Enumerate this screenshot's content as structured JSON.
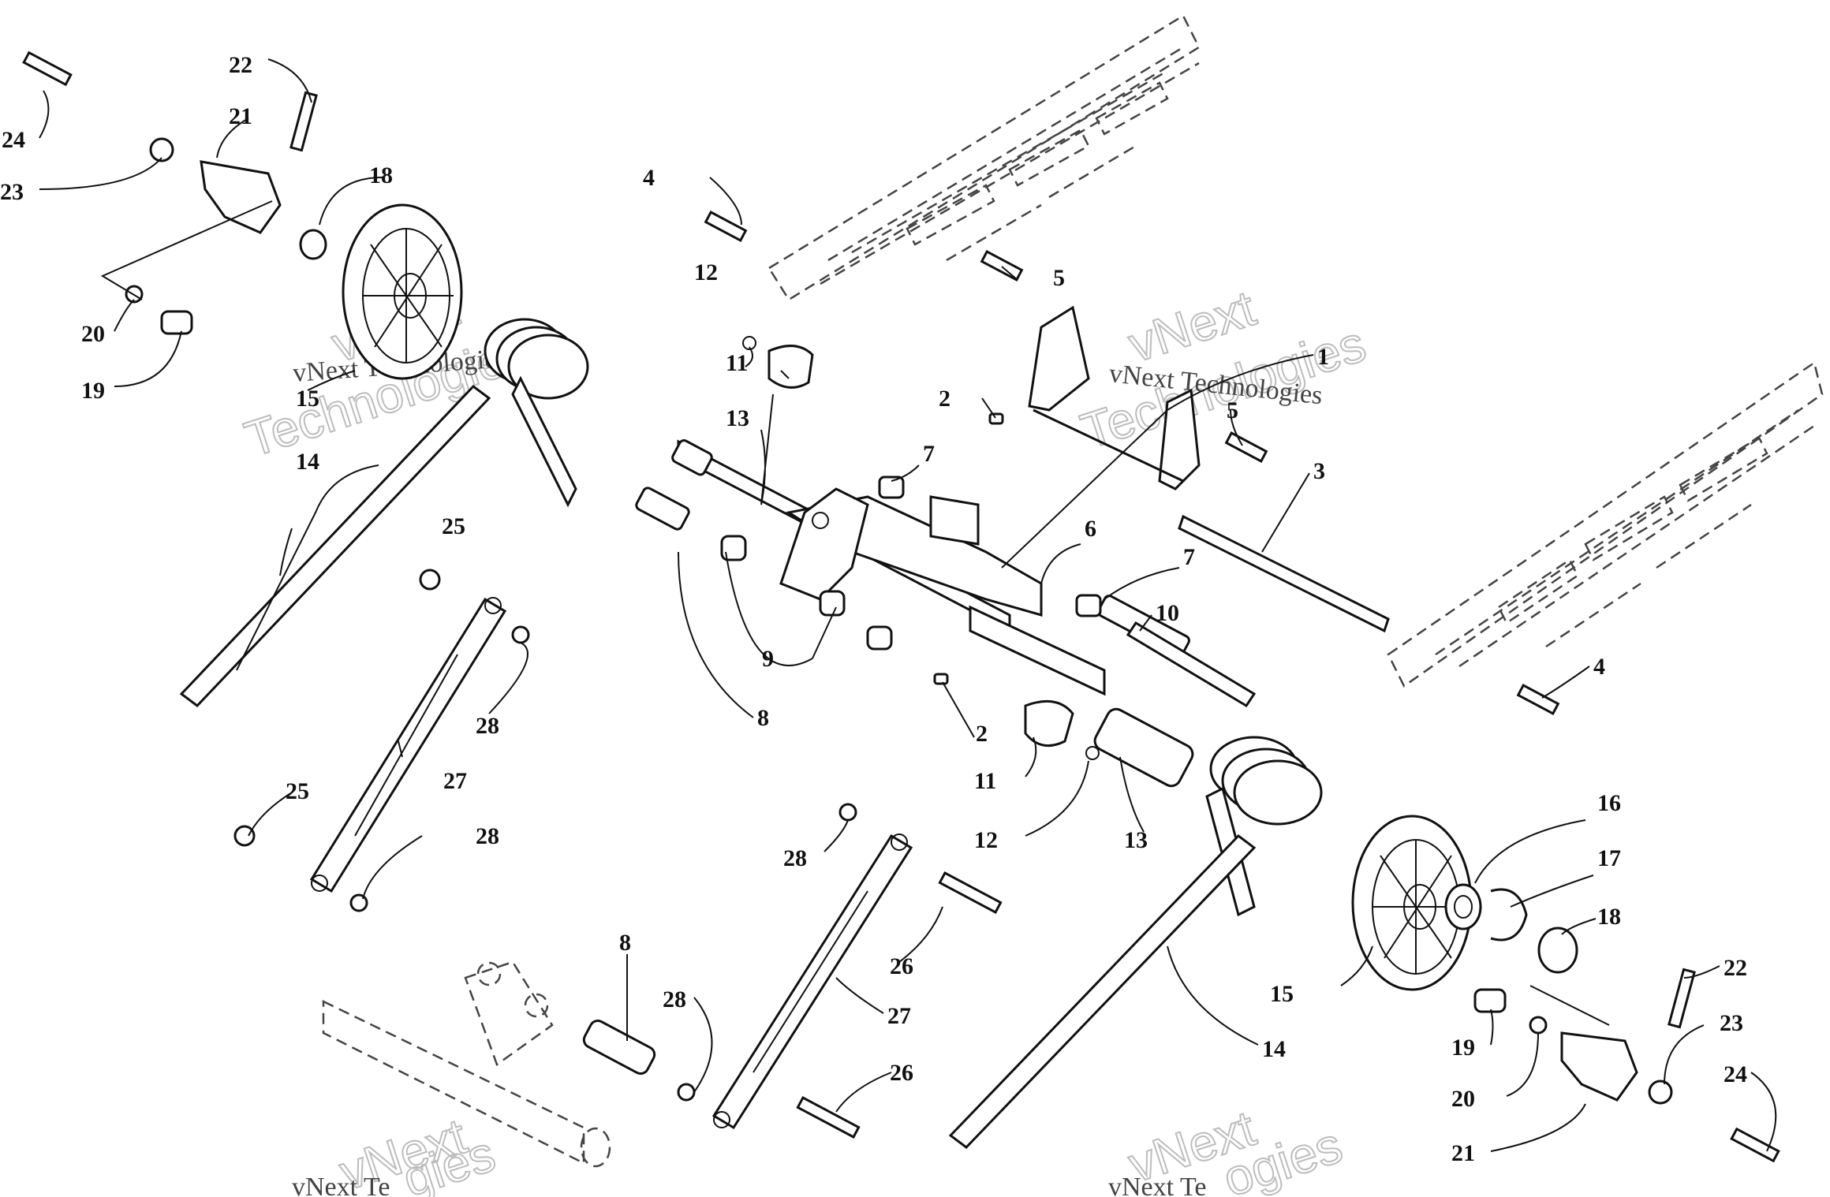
{
  "callouts": [
    {
      "id": "c1",
      "text": "1"
    },
    {
      "id": "c2a",
      "text": "2"
    },
    {
      "id": "c2b",
      "text": "2"
    },
    {
      "id": "c3",
      "text": "3"
    },
    {
      "id": "c4a",
      "text": "4"
    },
    {
      "id": "c4b",
      "text": "4"
    },
    {
      "id": "c5a",
      "text": "5"
    },
    {
      "id": "c5b",
      "text": "5"
    },
    {
      "id": "c6",
      "text": "6"
    },
    {
      "id": "c7a",
      "text": "7"
    },
    {
      "id": "c7b",
      "text": "7"
    },
    {
      "id": "c8a",
      "text": "8"
    },
    {
      "id": "c8b",
      "text": "8"
    },
    {
      "id": "c9",
      "text": "9"
    },
    {
      "id": "c10",
      "text": "10"
    },
    {
      "id": "c11a",
      "text": "11"
    },
    {
      "id": "c11b",
      "text": "11"
    },
    {
      "id": "c12a",
      "text": "12"
    },
    {
      "id": "c12b",
      "text": "12"
    },
    {
      "id": "c13a",
      "text": "13"
    },
    {
      "id": "c13b",
      "text": "13"
    },
    {
      "id": "c14a",
      "text": "14"
    },
    {
      "id": "c14b",
      "text": "14"
    },
    {
      "id": "c15a",
      "text": "15"
    },
    {
      "id": "c15b",
      "text": "15"
    },
    {
      "id": "c16",
      "text": "16"
    },
    {
      "id": "c17",
      "text": "17"
    },
    {
      "id": "c18a",
      "text": "18"
    },
    {
      "id": "c18b",
      "text": "18"
    },
    {
      "id": "c19a",
      "text": "19"
    },
    {
      "id": "c19b",
      "text": "19"
    },
    {
      "id": "c20a",
      "text": "20"
    },
    {
      "id": "c20b",
      "text": "20"
    },
    {
      "id": "c21a",
      "text": "21"
    },
    {
      "id": "c21b",
      "text": "21"
    },
    {
      "id": "c22a",
      "text": "22"
    },
    {
      "id": "c22b",
      "text": "22"
    },
    {
      "id": "c23a",
      "text": "23"
    },
    {
      "id": "c23b",
      "text": "23"
    },
    {
      "id": "c24a",
      "text": "24"
    },
    {
      "id": "c24b",
      "text": "24"
    },
    {
      "id": "c25a",
      "text": "25"
    },
    {
      "id": "c25b",
      "text": "25"
    },
    {
      "id": "c26a",
      "text": "26"
    },
    {
      "id": "c26b",
      "text": "26"
    },
    {
      "id": "c27a",
      "text": "27"
    },
    {
      "id": "c27b",
      "text": "27"
    },
    {
      "id": "c28a",
      "text": "28"
    },
    {
      "id": "c28b",
      "text": "28"
    },
    {
      "id": "c28c",
      "text": "28"
    },
    {
      "id": "c28d",
      "text": "28"
    }
  ],
  "watermark": {
    "line1": "vNext Technologies",
    "line2": "vNext",
    "line3": "Technologies",
    "line4": "vNext Te",
    "line5": "gies",
    "line6": "vNext Te",
    "line7": "vNext",
    "line8": "ogies"
  }
}
